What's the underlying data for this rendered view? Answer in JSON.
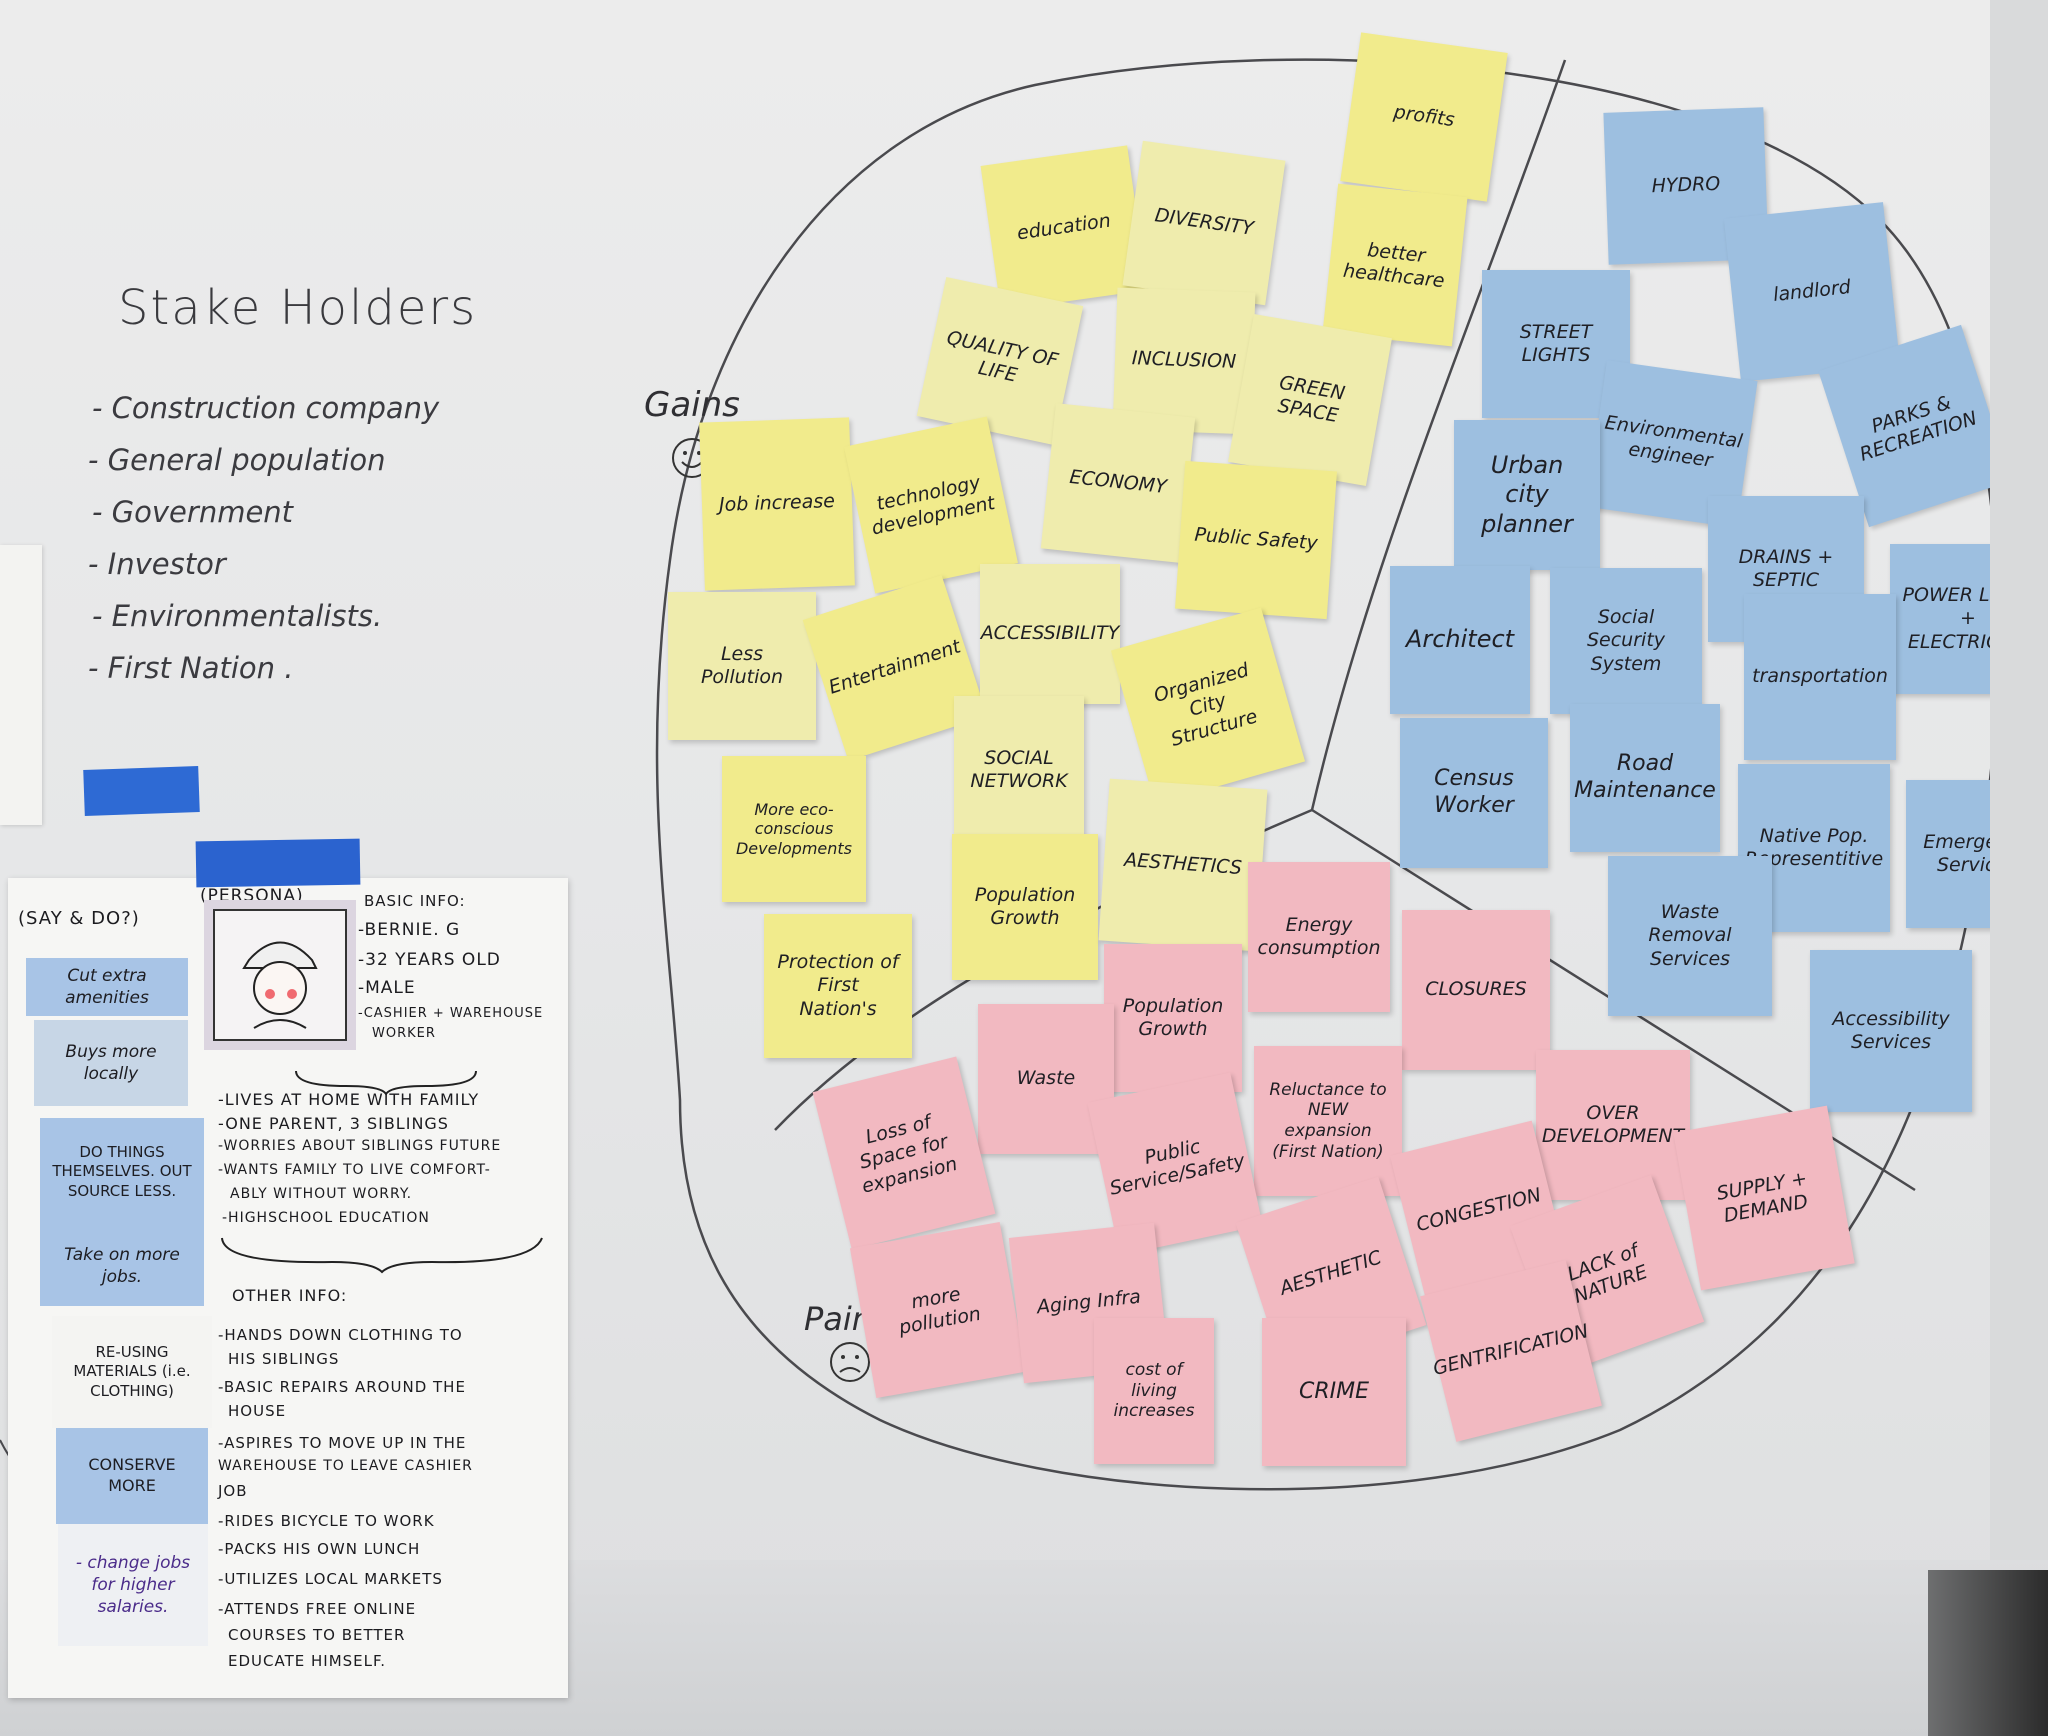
{
  "stakeholders": {
    "title": "Stake Holders",
    "items": [
      "- Construction company",
      "- General population",
      "- Government",
      "- Investor",
      "- Environmentalists.",
      "- First Nation ."
    ]
  },
  "map": {
    "gains_label": "Gains",
    "pains_label": "Pains",
    "gains_notes": [
      "profits",
      "education",
      "DIVERSITY",
      "better healthcare",
      "QUALITY OF LIFE",
      "INCLUSION",
      "GREEN SPACE",
      "Job increase",
      "technology development",
      "ECONOMY",
      "Public Safety",
      "Less Pollution",
      "Entertainment",
      "ACCESSIBILITY",
      "Organized City Structure",
      "SOCIAL NETWORK",
      "More eco-conscious Developments",
      "Population Growth",
      "AESTHETICS",
      "Protection of First Nation's"
    ],
    "stakeholder_notes": [
      "HYDRO",
      "landlord",
      "STREET LIGHTS",
      "Environmental engineer",
      "PARKS & RECREATION",
      "Urban city planner",
      "DRAINS + SEPTIC",
      "POWER LINES + ELECTRICITY",
      "Architect",
      "Social Security System",
      "transportation",
      "Census Worker",
      "Road Maintenance",
      "Native Pop. Representitive",
      "Emergency Services",
      "Waste Removal Services",
      "Accessibility Services"
    ],
    "pains_notes": [
      "Energy consumption",
      "Population Growth",
      "CLOSURES",
      "Waste",
      "Reluctance to NEW expansion (First Nation)",
      "Loss of Space for expansion",
      "Public Service/Safety",
      "OVER DEVELOPMENT",
      "SUPPLY + DEMAND",
      "CONGESTION",
      "more pollution",
      "Aging Infra",
      "AESTHETIC",
      "LACK of NATURE",
      "GENTRIFICATION",
      "cost of living increases",
      "CRIME"
    ]
  },
  "persona": {
    "say_do_label": "(SAY & DO?)",
    "persona_label": "(PERSONA)",
    "basic_info_label": "BASIC INFO:",
    "basic_info": [
      "-BERNIE. G",
      "-32 YEARS OLD",
      "-MALE",
      "-CASHIER + WAREHOUSE",
      "WORKER"
    ],
    "lives": [
      "-LIVES AT HOME WITH FAMILY",
      "-ONE PARENT, 3 SIBLINGS",
      "-WORRIES ABOUT SIBLINGS FUTURE",
      "-WANTS FAMILY TO LIVE COMFORT-",
      "ABLY WITHOUT WORRY.",
      "-HIGHSCHOOL EDUCATION"
    ],
    "other_info_label": "OTHER INFO:",
    "other_info": [
      "-HANDS DOWN CLOTHING TO",
      "HIS SIBLINGS",
      "-BASIC REPAIRS AROUND THE",
      "HOUSE",
      "-ASPIRES TO MOVE UP IN THE",
      "WAREHOUSE TO LEAVE CASHIER",
      "JOB",
      "-RIDES BICYCLE TO WORK",
      "-PACKS HIS OWN LUNCH",
      "-UTILIZES LOCAL MARKETS",
      "-ATTENDS FREE ONLINE",
      "COURSES TO BETTER",
      "EDUCATE HIMSELF."
    ],
    "say_do_notes": [
      "Cut extra amenities",
      "Buys more locally",
      "DO THINGS THEMSELVES. OUT SOURCE LESS.",
      "Take on more jobs.",
      "RE-USING MATERIALS (i.e. CLOTHING)",
      "CONSERVE MORE",
      "- change jobs for higher salaries."
    ]
  }
}
